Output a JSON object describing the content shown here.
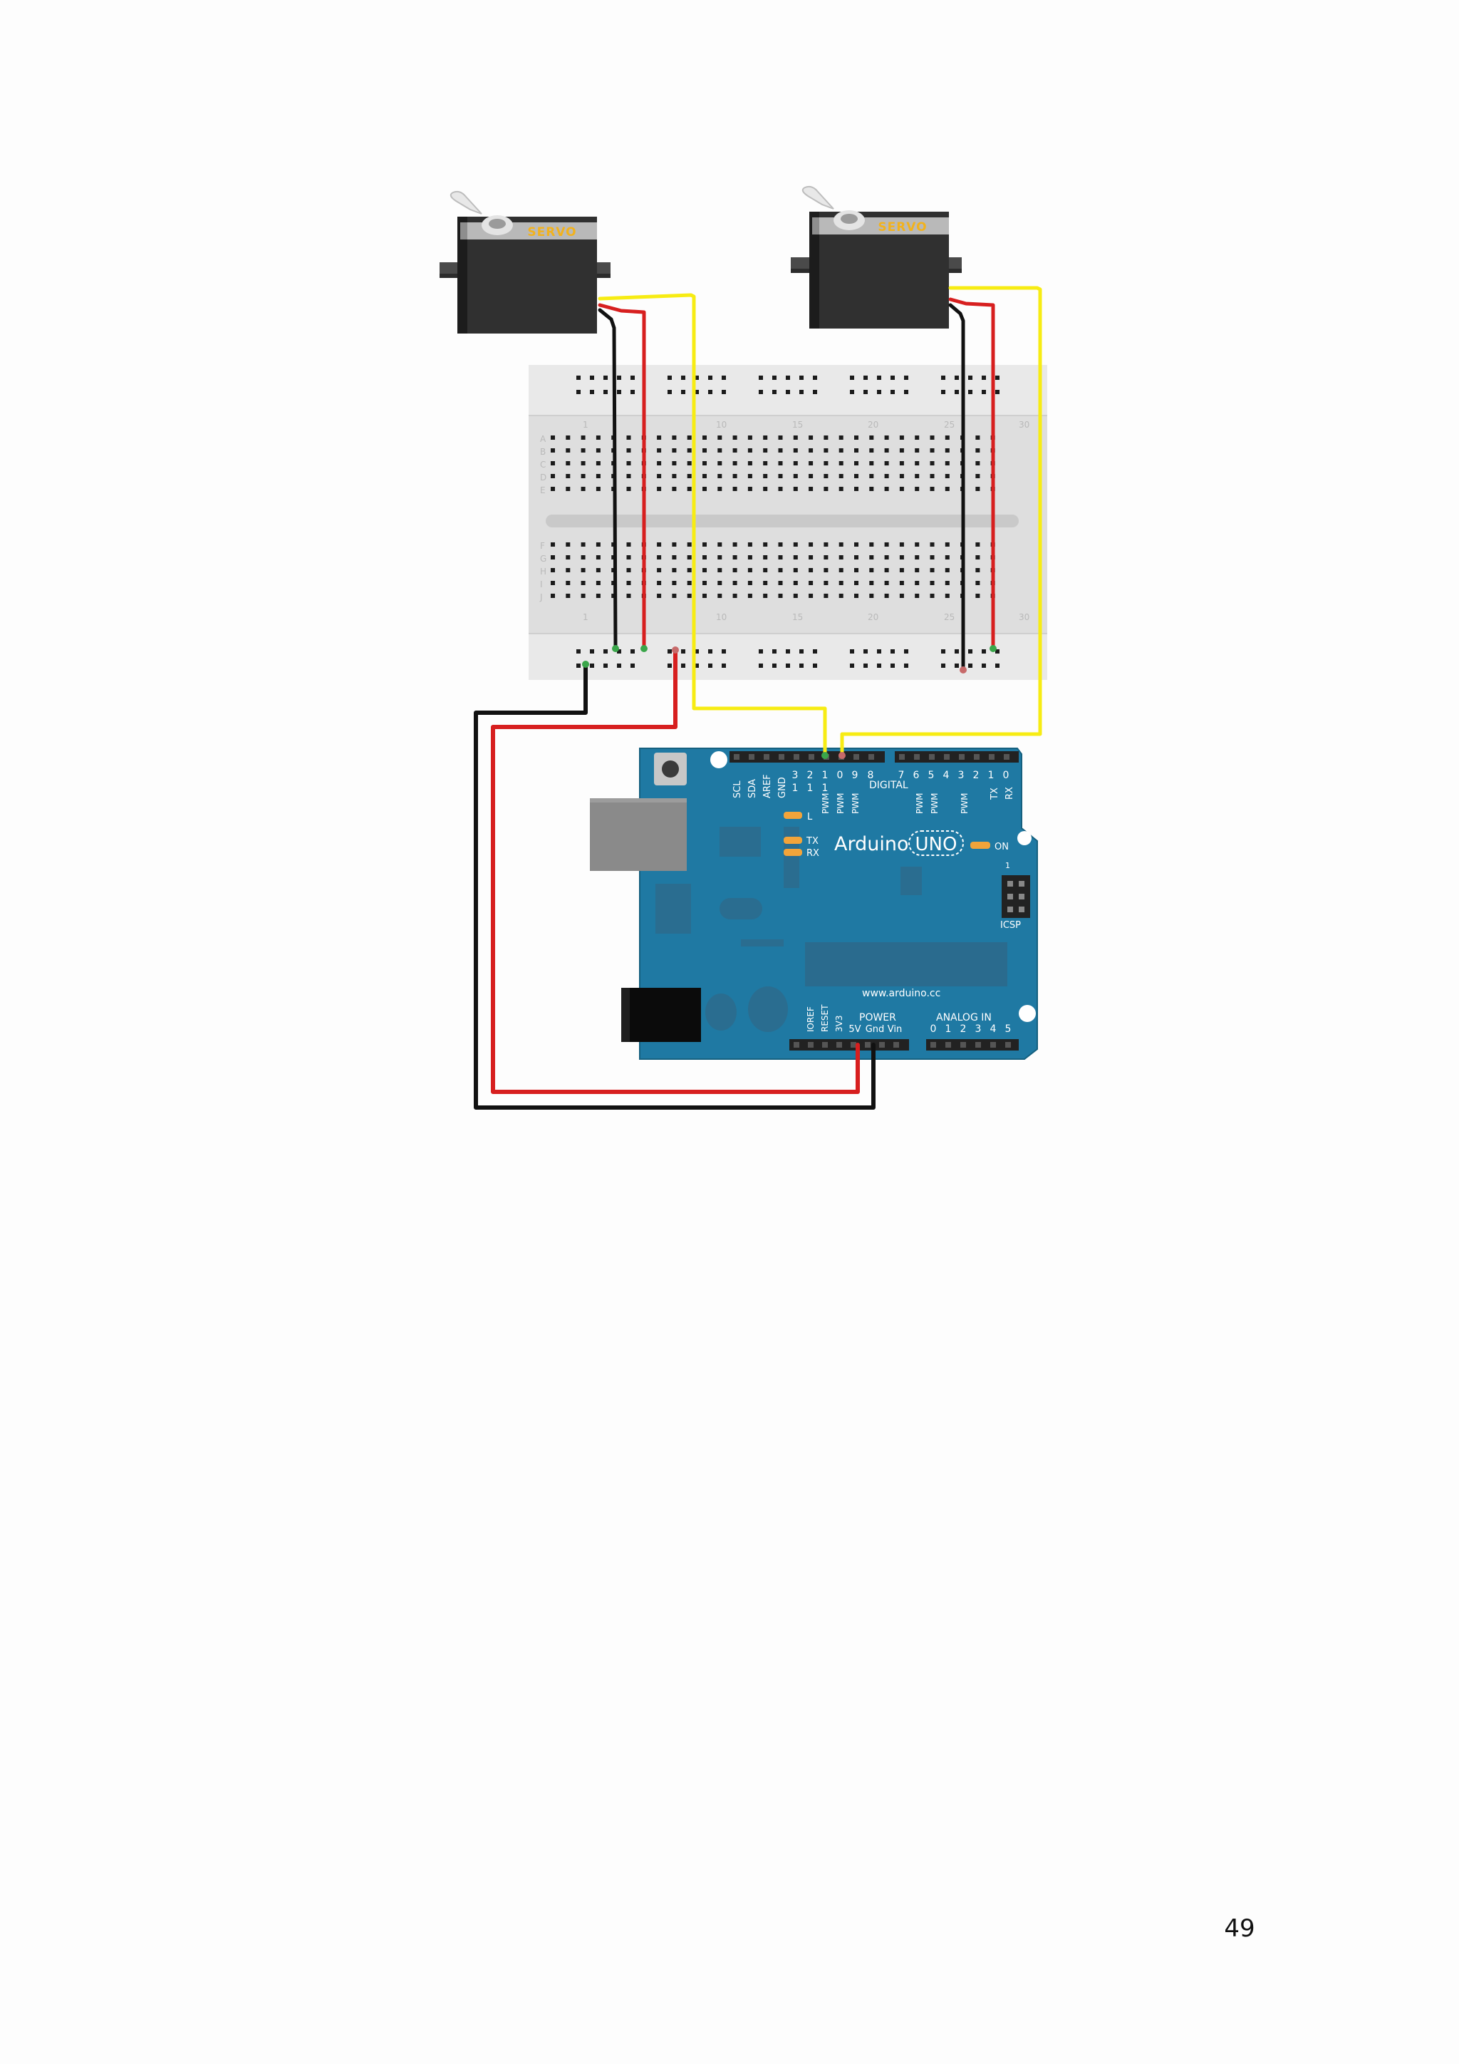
{
  "servo_left": {
    "label": "SERVO"
  },
  "servo_right": {
    "label": "SERVO"
  },
  "breadboard": {
    "column_numbers": [
      "1",
      "10",
      "15",
      "20",
      "25",
      "30"
    ],
    "row_letters_top": [
      "A",
      "B",
      "C",
      "D",
      "E"
    ],
    "row_letters_bottom": [
      "F",
      "G",
      "H",
      "I",
      "J"
    ]
  },
  "arduino": {
    "brand": "Arduino",
    "model": "UNO",
    "website": "www.arduino.cc",
    "on_label": "ON",
    "l_label": "L",
    "tx_label": "TX",
    "rx_label": "RX",
    "icsp_label": "ICSP",
    "icsp_pin1": "1",
    "digital_header": "DIGITAL",
    "digital_left_pins": [
      "SCL",
      "SDA",
      "AREF",
      "GND"
    ],
    "digital_numbers_tens": [
      "1",
      "1",
      "1"
    ],
    "digital_numbers_top": [
      "3",
      "2",
      "1",
      "0",
      "9",
      "8",
      "7",
      "6",
      "5",
      "4",
      "3",
      "2",
      "1",
      "0"
    ],
    "pwm_label": "PWM",
    "tx_pin": "TX",
    "rx_pin": "RX",
    "power_header": "POWER",
    "power_pins": [
      "IOREF",
      "RESET",
      "3V3",
      "5V",
      "Gnd",
      "Vin"
    ],
    "analog_header": "ANALOG IN",
    "analog_pins": [
      "0",
      "1",
      "2",
      "3",
      "4",
      "5"
    ]
  },
  "wire_colors": {
    "signal": "#f7ec13",
    "power": "#d71f1f",
    "ground": "#111111"
  },
  "page": {
    "number": "49"
  }
}
